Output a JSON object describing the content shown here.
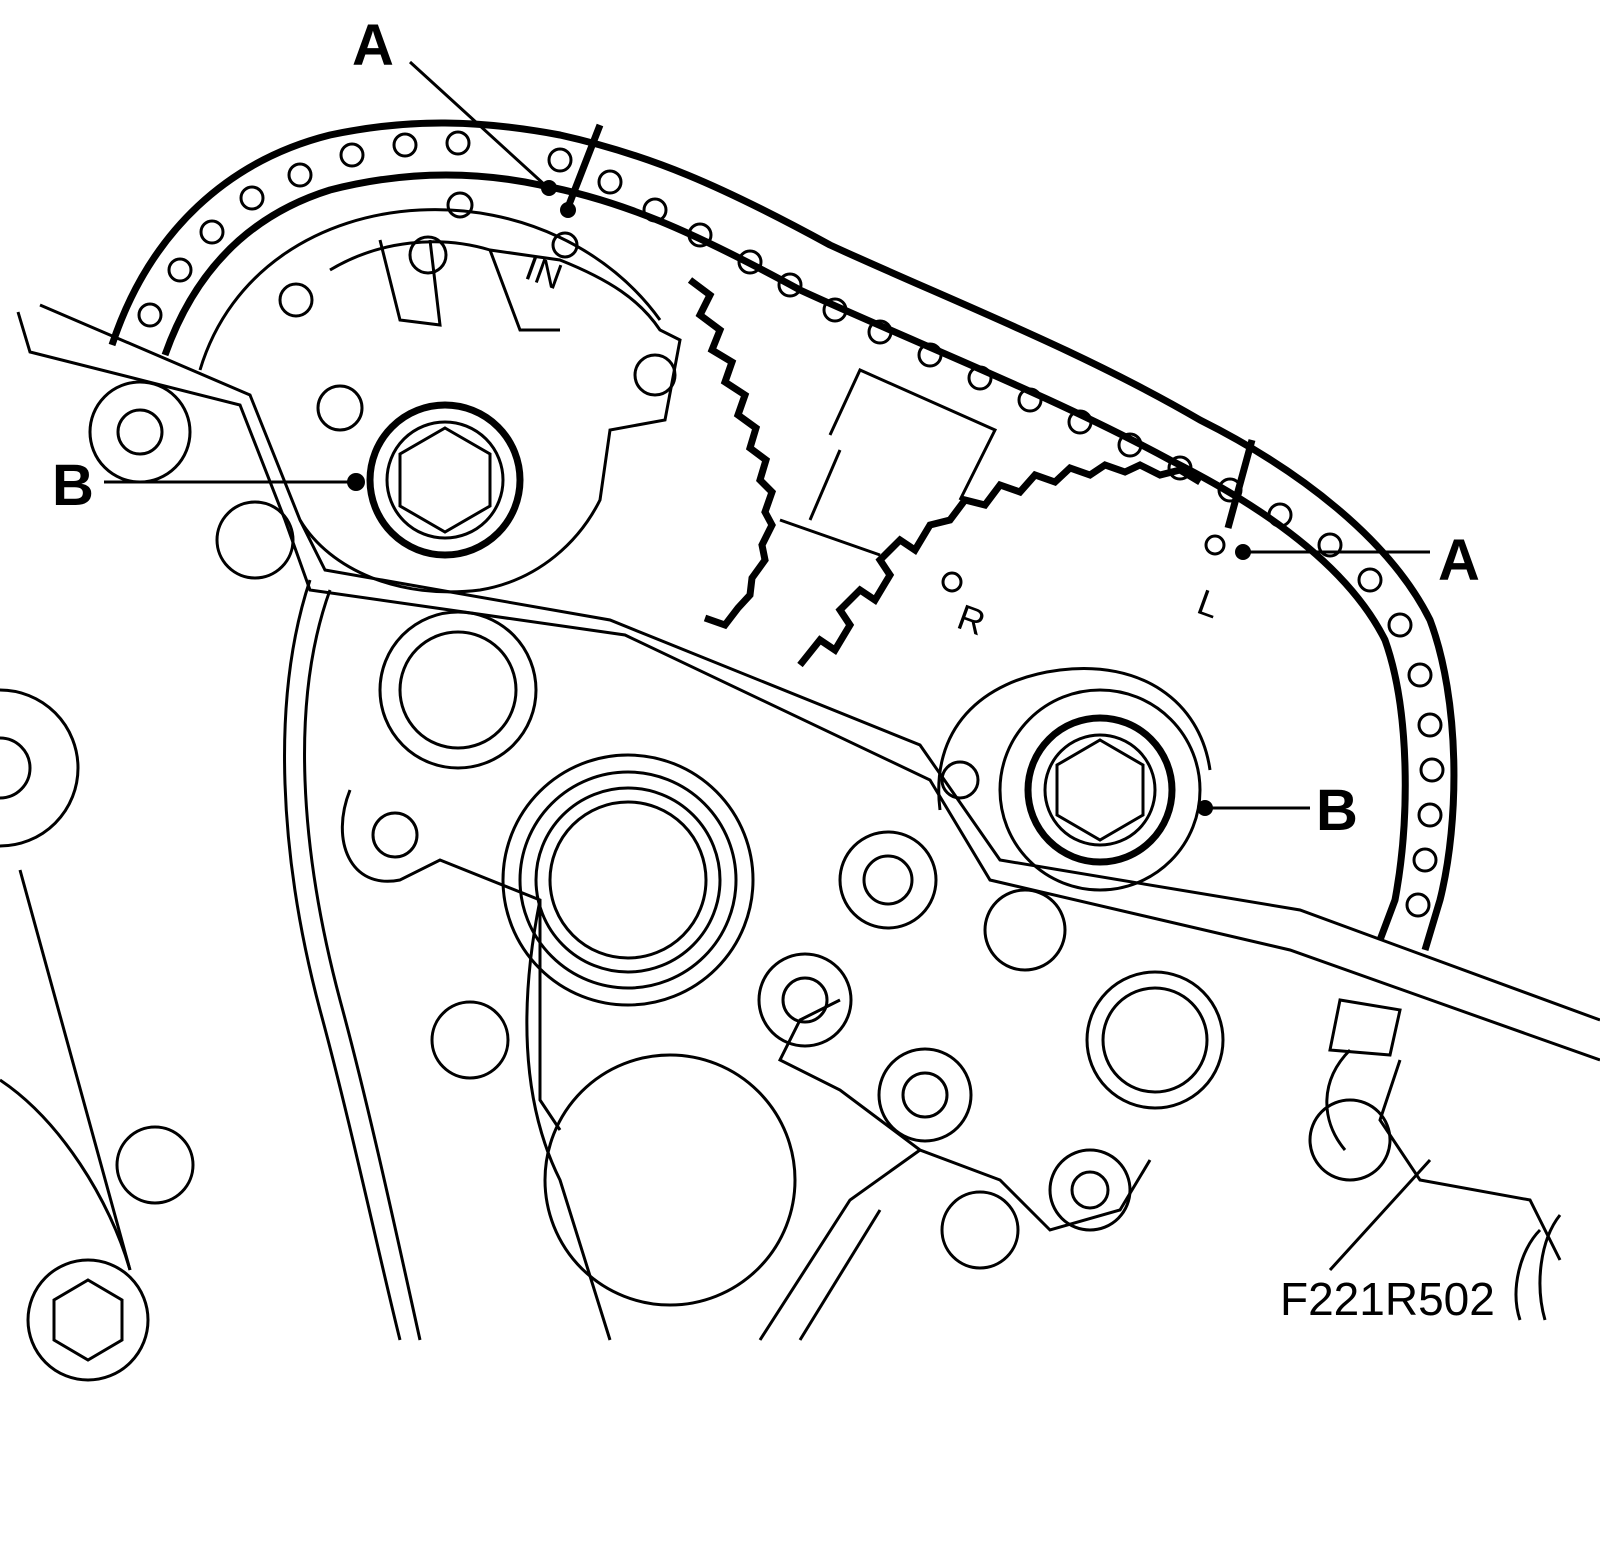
{
  "labels": {
    "a_top": "A",
    "a_right": "A",
    "b_left": "B",
    "b_right": "B"
  },
  "sprocket_marks": {
    "intake": "IN",
    "right": "R",
    "left": "L"
  },
  "figure_ref": "F221R502"
}
